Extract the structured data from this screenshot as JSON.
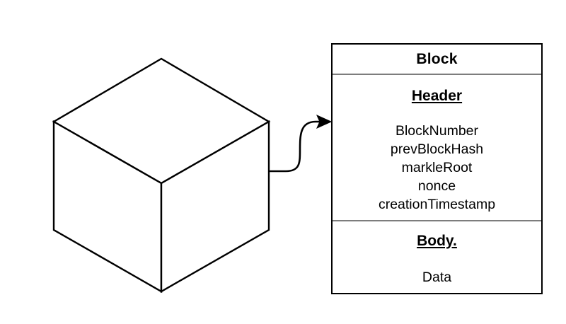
{
  "diagram": {
    "title": "Block structure diagram",
    "background_color": "#ffffff",
    "stroke_color": "#000000",
    "divider_color": "#7d7d7d"
  },
  "cube": {
    "label": "block-cube",
    "shape": "isometric-cube"
  },
  "connector": {
    "label": "connector-arrow",
    "style": "curved",
    "arrowhead": "filled-triangle"
  },
  "block_box": {
    "title": "Block",
    "header": {
      "label": "Header",
      "fields": [
        "BlockNumber",
        "prevBlockHash",
        "markleRoot",
        "nonce",
        "creationTimestamp"
      ]
    },
    "body": {
      "label": "Body.",
      "content": "Data"
    }
  }
}
